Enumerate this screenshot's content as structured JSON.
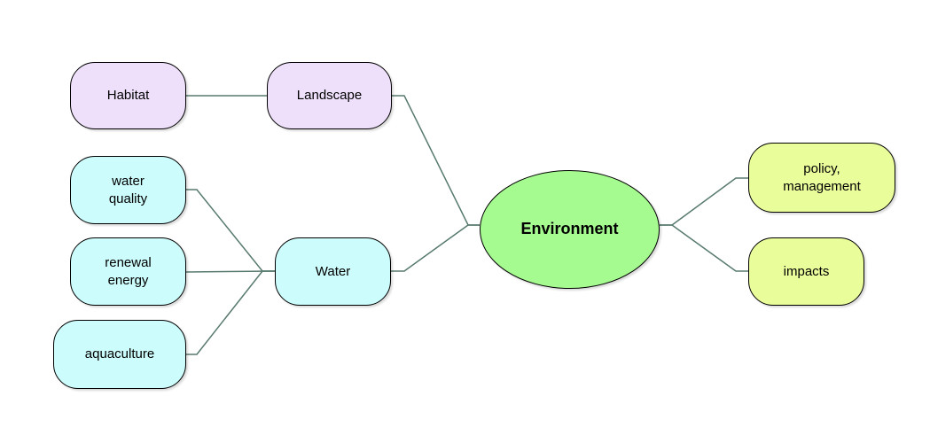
{
  "diagram": {
    "nodes": {
      "environment": {
        "label": "Environment",
        "fill": "#a6fb90"
      },
      "landscape": {
        "label": "Landscape",
        "fill": "#eee0fa"
      },
      "habitat": {
        "label": "Habitat",
        "fill": "#eee0fa"
      },
      "water": {
        "label": "Water",
        "fill": "#cdfcfc"
      },
      "water_quality": {
        "label": "water\nquality",
        "fill": "#cdfcfc"
      },
      "renewal_energy": {
        "label": "renewal\nenergy",
        "fill": "#cdfcfc"
      },
      "aquaculture": {
        "label": "aquaculture",
        "fill": "#cdfcfc"
      },
      "policy": {
        "label": "policy,\nmanagement",
        "fill": "#eafd9b"
      },
      "impacts": {
        "label": "impacts",
        "fill": "#eafd9b"
      }
    },
    "edges": [
      [
        "habitat",
        "landscape"
      ],
      [
        "landscape",
        "environment"
      ],
      [
        "water",
        "environment"
      ],
      [
        "water_quality",
        "water"
      ],
      [
        "renewal_energy",
        "water"
      ],
      [
        "aquaculture",
        "water"
      ],
      [
        "environment",
        "policy"
      ],
      [
        "environment",
        "impacts"
      ]
    ],
    "colors": {
      "edge": "#587a6e",
      "border": "#000000"
    }
  }
}
